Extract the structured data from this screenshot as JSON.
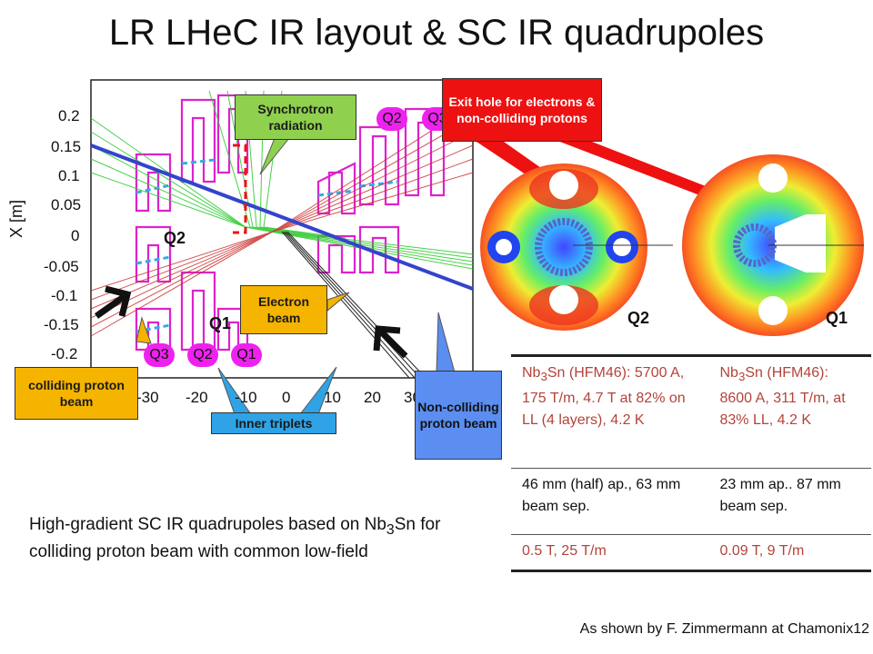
{
  "title": "LR LHeC IR layout & SC IR quadrupoles",
  "plot": {
    "ylabel": "X [m]",
    "yticks": [
      "0.2",
      "0.15",
      "0.1",
      "0.05",
      "0",
      "-0.05",
      "-0.1",
      "-0.15",
      "-0.2"
    ],
    "xticks": [
      "-30",
      "-20",
      "-10",
      "0",
      "10",
      "20",
      "30"
    ],
    "quad_labels": {
      "q2_mid": "Q2",
      "q1_mid": "Q1"
    },
    "quad_tags": [
      "Q3",
      "Q2",
      "Q1",
      "Q2",
      "Q3"
    ]
  },
  "callouts": {
    "synchrotron": "Synchrotron radiation",
    "electron_beam": "Electron beam",
    "colliding_proton": "colliding proton beam",
    "inner_triplets": "Inner triplets",
    "non_colliding": "Non-colliding proton beam",
    "exit_hole": "Exit hole for electrons & non-colliding protons"
  },
  "magnets": {
    "left_label": "Q2",
    "right_label": "Q1"
  },
  "specs": {
    "row1": {
      "q2": {
        "pre": "Nb",
        "sub": "3",
        "post": "Sn (HFM46): 5700 A, 175 T/m, 4.7 T at 82% on LL (4 layers), 4.2 K"
      },
      "q1": {
        "pre": "Nb",
        "sub": "3",
        "post": "Sn (HFM46): 8600 A, 311 T/m, at 83% LL, 4.2 K"
      }
    },
    "row2": {
      "q2": "46 mm (half) ap., 63 mm beam sep.",
      "q1": "23 mm ap.. 87 mm beam sep."
    },
    "row3": {
      "q2": "0.5 T, 25 T/m",
      "q1": "0.09 T, 9 T/m"
    }
  },
  "summary": {
    "part1": "High-gradient SC IR quadrupoles based on Nb",
    "sub": "3",
    "part2": "Sn for colliding proton beam with common low-field"
  },
  "credit": "As shown by F. Zimmermann at Chamonix12",
  "colors": {
    "magenta": "#ee22ee",
    "red": "#ee1111",
    "yellow": "#f5b400",
    "green": "#8fd14f",
    "blue": "#2fa3e6",
    "beam_blue": "#3344cc"
  }
}
